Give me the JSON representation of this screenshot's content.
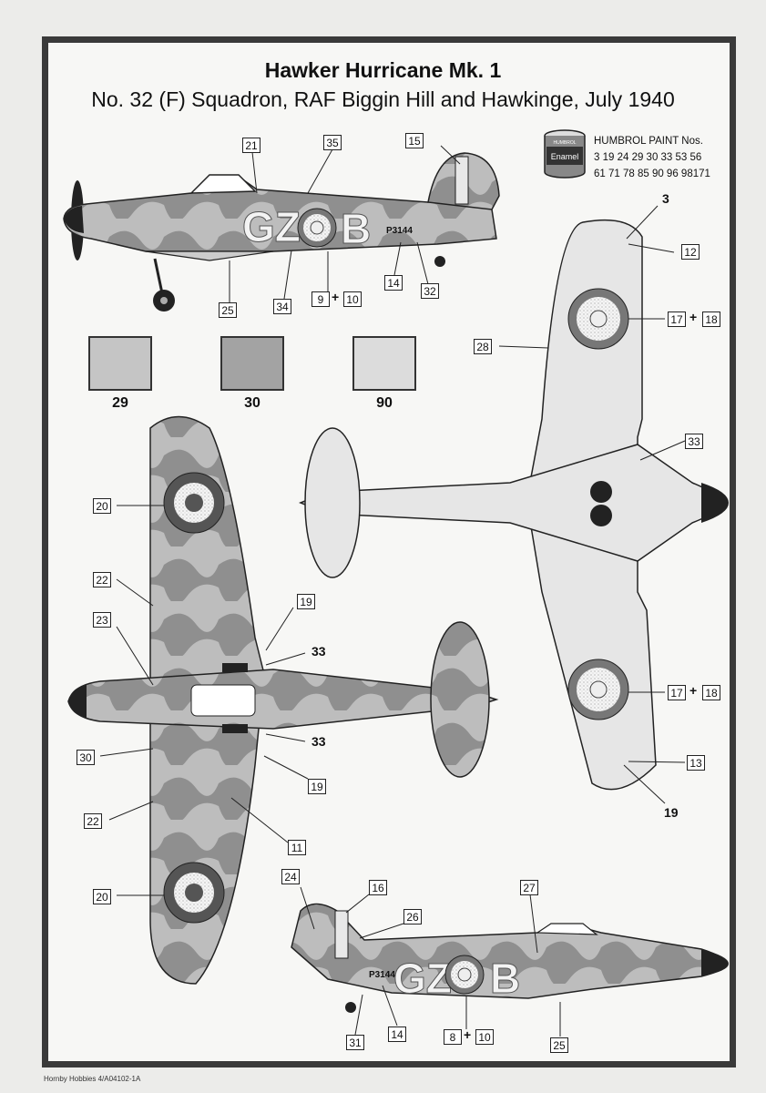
{
  "header": {
    "title": "Hawker Hurricane Mk. 1",
    "subtitle": "No. 32 (F) Squadron, RAF Biggin Hill and Hawkinge, July 1940"
  },
  "paint": {
    "title": "HUMBROL PAINT Nos.",
    "list_line1": "3 19 24 29 30 33 53 56",
    "list_line2": "61 71 78 85 90 96 98171",
    "tin_brand": "HUMBROL",
    "tin_label": "Enamel"
  },
  "swatches": [
    {
      "label": "29",
      "color": "#c5c5c5"
    },
    {
      "label": "30",
      "color": "#a3a3a3"
    },
    {
      "label": "90",
      "color": "#dcdcdc"
    }
  ],
  "aircraft": {
    "code_left": "GZ",
    "code_right": "B",
    "serial": "P3144",
    "serial_lower": "P3144"
  },
  "callouts": {
    "c21": "21",
    "c35": "35",
    "c15": "15",
    "c25": "25",
    "c34": "34",
    "c9": "9",
    "c10a": "10",
    "c14a": "14",
    "c32": "32",
    "c3": "3",
    "c12": "12",
    "c17a": "17",
    "c18a": "18",
    "c28": "28",
    "c33r": "33",
    "c17b": "17",
    "c18b": "18",
    "c13": "13",
    "c19r": "19",
    "c20a": "20",
    "c22a": "22",
    "c19a": "19",
    "c23": "23",
    "c33a": "33",
    "c33b": "33",
    "c30": "30",
    "c19b": "19",
    "c22b": "22",
    "c11": "11",
    "c20b": "20",
    "c24": "24",
    "c16": "16",
    "c26": "26",
    "c27": "27",
    "c31": "31",
    "c14b": "14",
    "c8": "8",
    "c10b": "10",
    "c25b": "25",
    "plus": "+"
  },
  "footer": {
    "credit": "Hornby Hobbies 4/A04102-1A"
  }
}
